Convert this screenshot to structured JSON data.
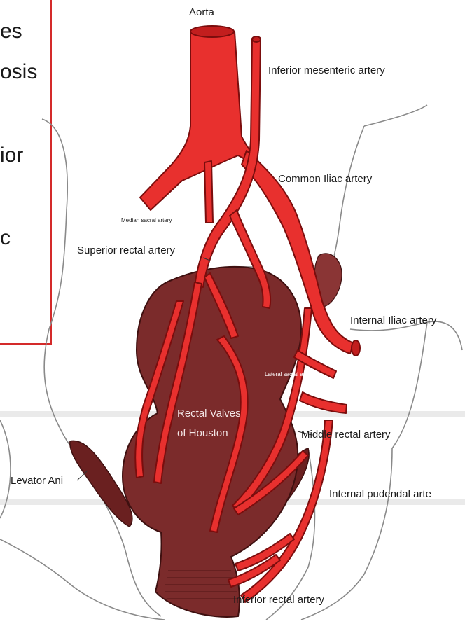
{
  "slide_fragments": [
    "es",
    "osis",
    "ior",
    "c"
  ],
  "labels": {
    "aorta": "Aorta",
    "inferior_mesenteric": "Inferior mesenteric artery",
    "common_iliac": "Common Iliac artery",
    "median_sacral": "Median sacral artery",
    "superior_rectal": "Superior rectal artery",
    "internal_iliac": "Internal Iliac artery",
    "lateral_sacral": "Lateral sacral artery",
    "rectal_valves_line1": "Rectal Valves",
    "rectal_valves_line2": "of Houston",
    "middle_rectal": "Middle rectal artery",
    "levator_ani": "Levator Ani",
    "internal_pudendal": "Internal pudendal arte",
    "inferior_rectal": "Inferior rectal artery"
  },
  "colors": {
    "artery": "#e8302e",
    "artery_outline": "#7a0d0d",
    "rectum": "#7b2b2b",
    "rectum_outline": "#3e1010",
    "pelvis_outline": "#8a8a8a",
    "slide_border": "#d42a2a"
  }
}
